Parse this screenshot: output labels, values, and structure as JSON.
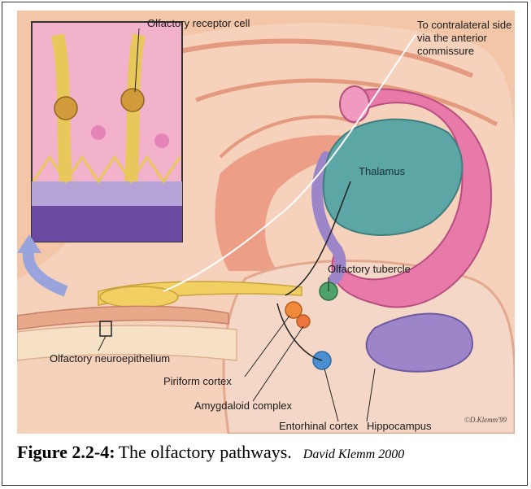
{
  "labels": {
    "receptor_cell": "Olfactory receptor cell",
    "contralateral_1": "To contralateral side",
    "contralateral_2": "via the anterior",
    "contralateral_3": "commissure",
    "thalamus": "Thalamus",
    "olfactory_tubercle": "Olfactory tubercle",
    "neuroepithelium": "Olfactory neuroepithelium",
    "piriform": "Piriform cortex",
    "amygdaloid": "Amygdaloid complex",
    "entorhinal": "Entorhinal cortex",
    "hippocampus": "Hippocampus",
    "signature": "©D.Klemm'99"
  },
  "caption": {
    "label": "Figure 2.2-4:",
    "text": "The olfactory pathways.",
    "credit": "David Klemm 2000"
  },
  "colors": {
    "background": "#f3c6a8",
    "brain_outer": "#f6d1bc",
    "brain_fold": "#eaa58a",
    "fornix_pink": "#e77aa8",
    "hippocampus_purple": "#9c86c9",
    "thalamus_teal": "#5da6a6",
    "bulb_yellow": "#f1cf62",
    "inset_pink": "#f2b2cc",
    "inset_purple": "#6a4aa0"
  }
}
